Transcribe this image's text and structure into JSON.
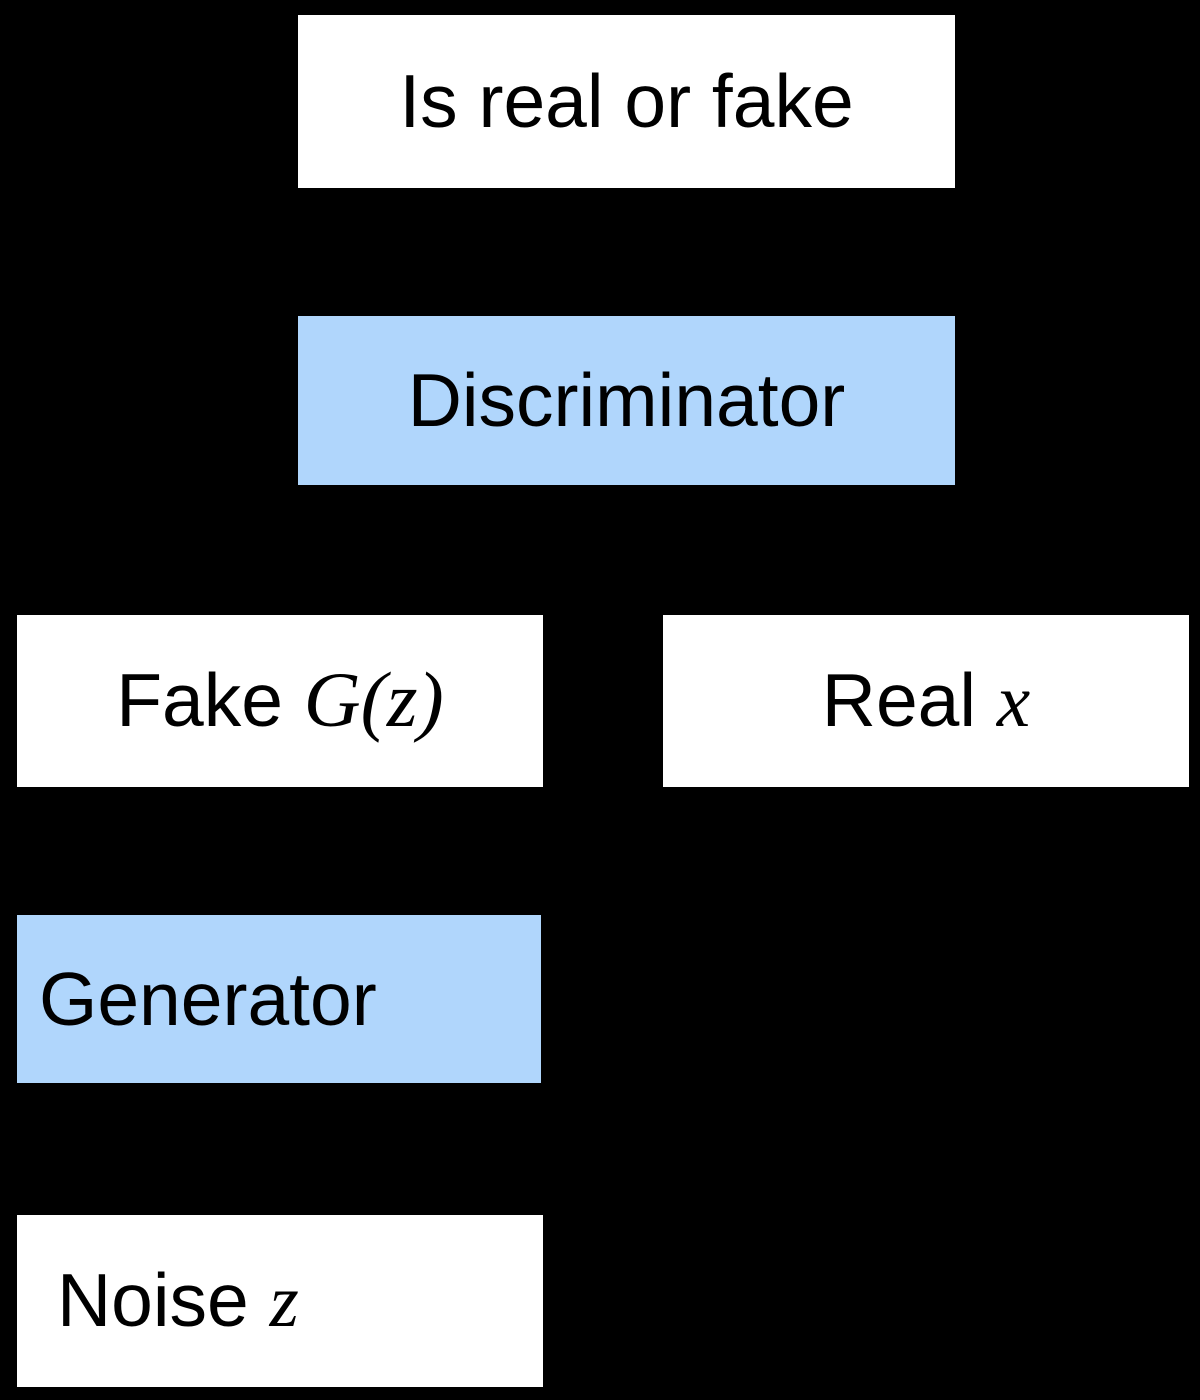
{
  "diagram": {
    "title": "GAN architecture flow",
    "background_color": "#000000",
    "palette": {
      "box_white": "#ffffff",
      "box_blue": "#b0d6fc",
      "text": "#000000"
    },
    "nodes": [
      {
        "id": "is-real-or-fake",
        "text": "Is real or fake",
        "fill": "#ffffff",
        "kind": "output",
        "align": "center"
      },
      {
        "id": "discriminator",
        "text": "Discriminator",
        "fill": "#b0d6fc",
        "kind": "model",
        "align": "center"
      },
      {
        "id": "fake",
        "text_plain": "Fake ",
        "text_math": "G(z)",
        "text": "Fake G(z)",
        "fill": "#ffffff",
        "kind": "data",
        "align": "center"
      },
      {
        "id": "real",
        "text_plain": "Real ",
        "text_math": "x",
        "text": "Real x",
        "fill": "#ffffff",
        "kind": "data",
        "align": "center"
      },
      {
        "id": "generator",
        "text": "Generator",
        "fill": "#b0d6fc",
        "kind": "model",
        "align": "left"
      },
      {
        "id": "noise",
        "text_plain": "Noise ",
        "text_math": "z",
        "text": "Noise z",
        "fill": "#ffffff",
        "kind": "data",
        "align": "left"
      }
    ]
  }
}
